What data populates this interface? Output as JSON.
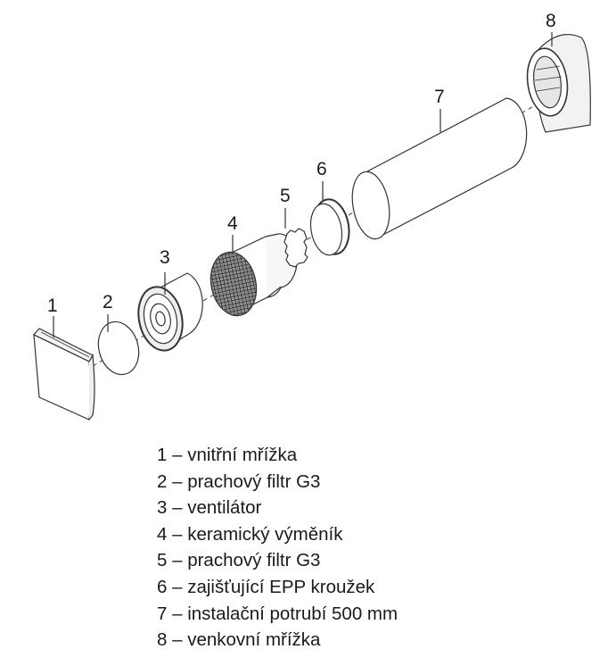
{
  "diagram": {
    "callouts": [
      "1",
      "2",
      "3",
      "4",
      "5",
      "6",
      "7",
      "8"
    ]
  },
  "legend": [
    "1 – vnitřní mřížka",
    "2 – prachový filtr G3",
    "3 – ventilátor",
    "4 – keramický výměník",
    "5 – prachový filtr G3",
    "6 – zajišťující EPP kroužek",
    "7 – instalační potrubí 500 mm",
    "8 – venkovní mřížka"
  ]
}
